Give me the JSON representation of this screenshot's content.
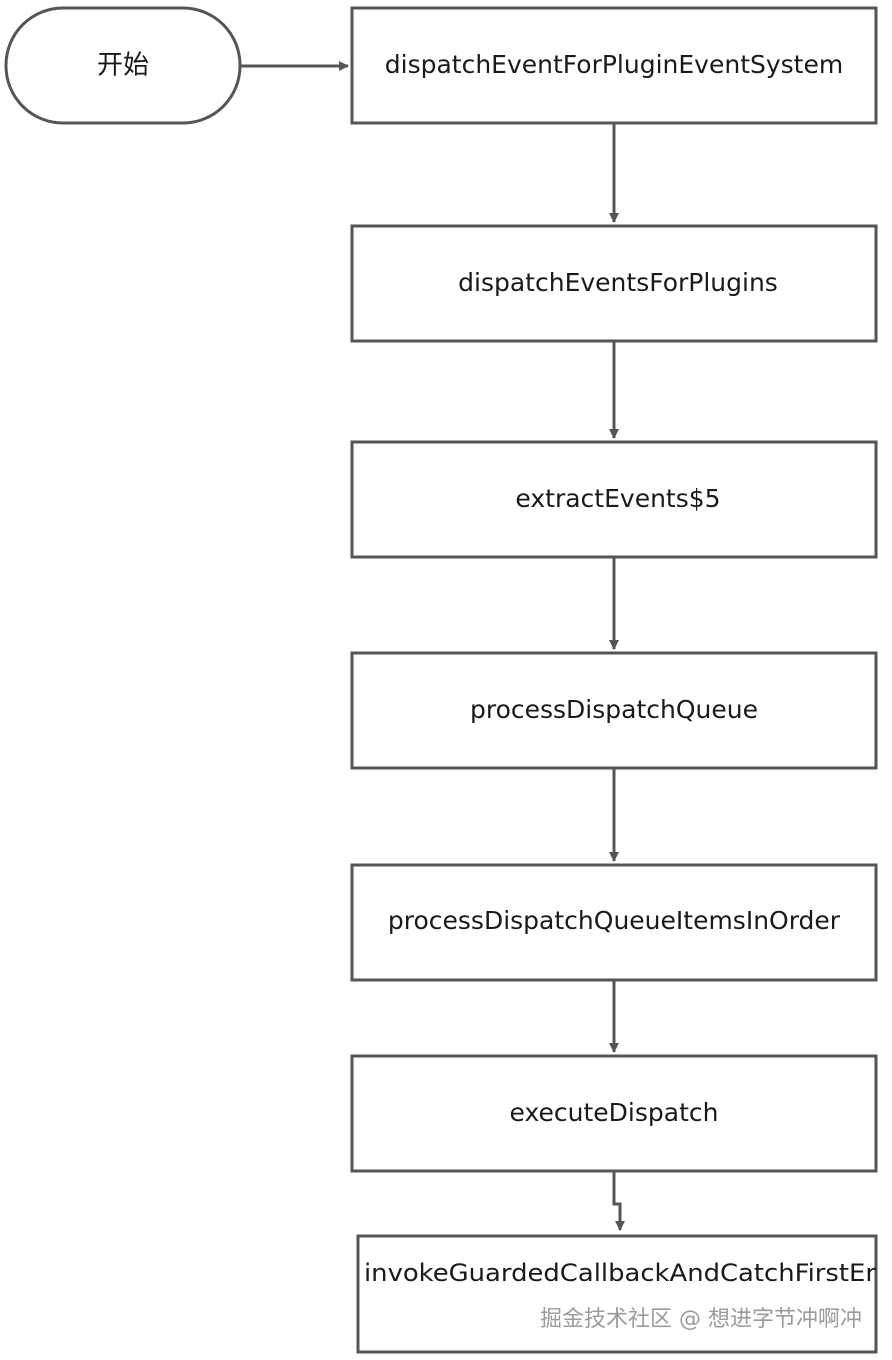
{
  "diagram": {
    "start": "开始",
    "steps": [
      "dispatchEventForPluginEventSystem",
      "dispatchEventsForPlugins",
      "extractEvents$5",
      "processDispatchQueue",
      "processDispatchQueueItemsInOrder",
      "executeDispatch",
      "invokeGuardedCallbackAndCatchFirstEr"
    ],
    "watermark": "掘金技术社区 @ 想进字节冲啊冲",
    "colors": {
      "stroke": "#555555",
      "text": "#1a1a1a",
      "watermark": "#8a8a8a"
    }
  }
}
